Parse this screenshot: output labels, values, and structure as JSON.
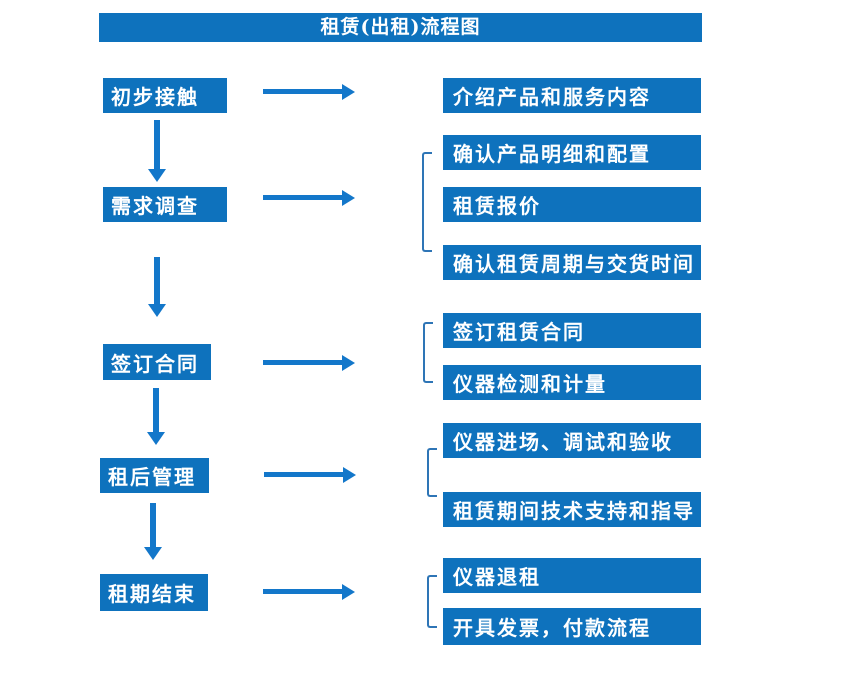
{
  "title": "租赁(出租)流程图",
  "colors": {
    "box_blue": "#0e72bd",
    "arrow_blue": "#1377ca",
    "bracket_blue": "#2e75b6",
    "text_white": "#ffffff",
    "background": "#ffffff"
  },
  "stages": [
    {
      "label": "初步接触",
      "details": [
        "介绍产品和服务内容"
      ]
    },
    {
      "label": "需求调查",
      "details": [
        "确认产品明细和配置",
        "租赁报价",
        "确认租赁周期与交货时间"
      ]
    },
    {
      "label": "签订合同",
      "details": [
        "签订租赁合同",
        "仪器检测和计量"
      ]
    },
    {
      "label": "租后管理",
      "details": [
        "仪器进场、调试和验收",
        "租赁期间技术支持和指导"
      ]
    },
    {
      "label": "租期结束",
      "details": [
        "仪器退租",
        "开具发票，付款流程"
      ]
    }
  ]
}
